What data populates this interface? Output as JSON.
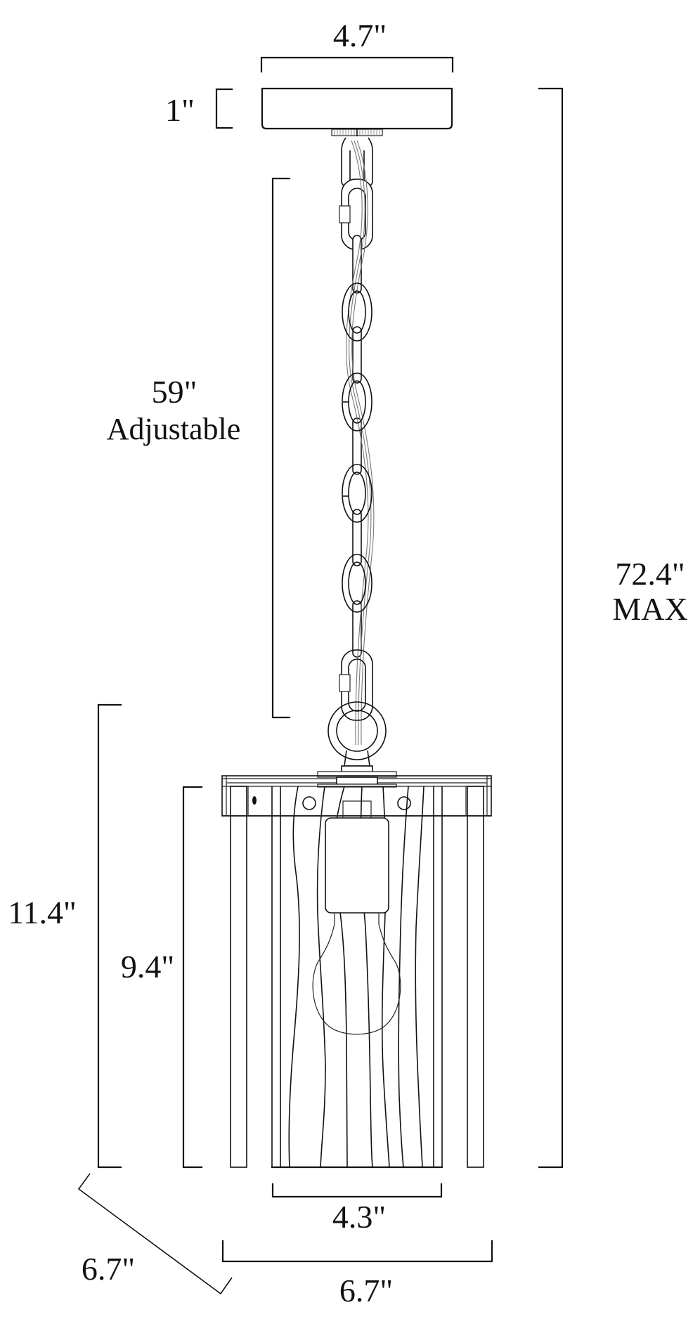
{
  "diagram": {
    "type": "product dimension drawing",
    "subject": "pendant light with chain and wavy glass cage",
    "colors": {
      "background": "#ffffff",
      "line": "#111111",
      "wire": "#777777"
    },
    "dimensions": {
      "canopy_width": {
        "label": "4.7\""
      },
      "canopy_height": {
        "label": "1\""
      },
      "chain_length": {
        "label": "59\"",
        "note": "Adjustable"
      },
      "overall_height": {
        "label": "72.4\"",
        "note": "MAX"
      },
      "fixture_height": {
        "label": "11.4\""
      },
      "glass_height": {
        "label": "9.4\""
      },
      "glass_width": {
        "label": "4.3\""
      },
      "fixture_width": {
        "label": "6.7\""
      },
      "fixture_depth": {
        "label": "6.7\""
      }
    },
    "chain": {
      "oval_links": 4,
      "carabiners": 2
    }
  }
}
